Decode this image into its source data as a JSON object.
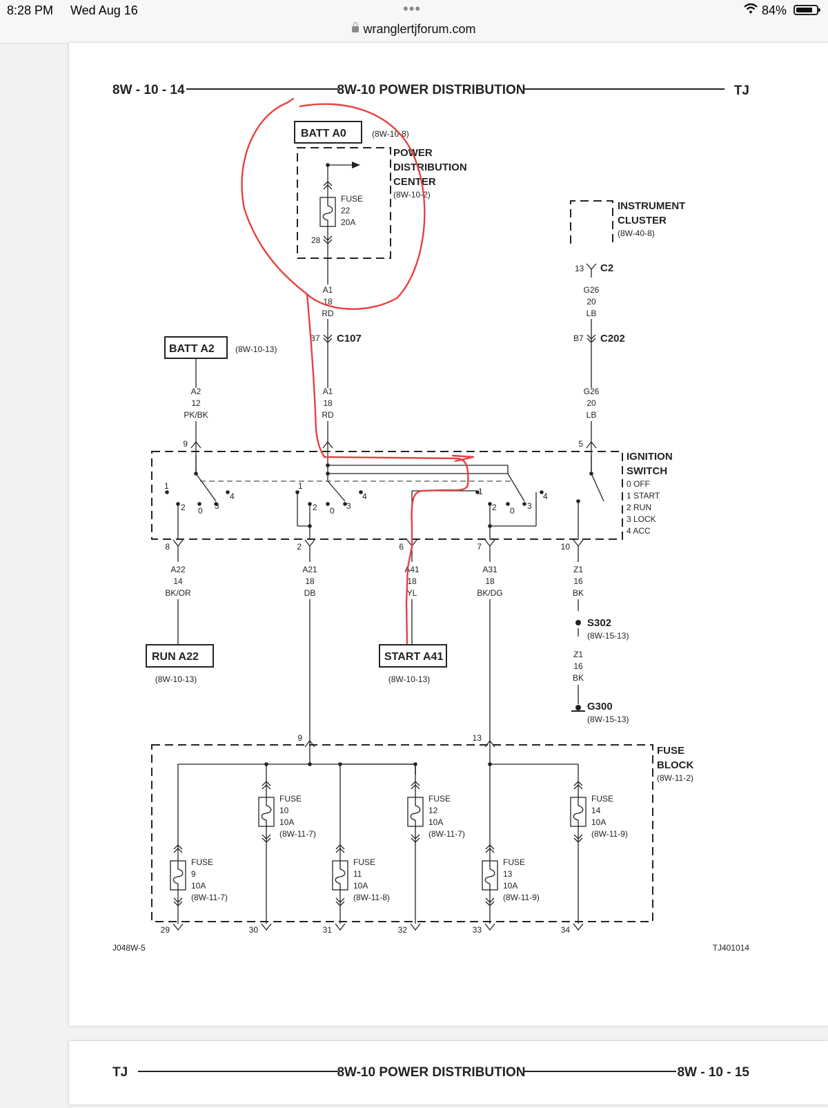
{
  "status_bar": {
    "time": "8:28 PM",
    "date": "Wed Aug 16",
    "dots": "•••",
    "url": "wranglertjforum.com",
    "battery": "84%",
    "battery_level": 0.84
  },
  "page1": {
    "header_left": "8W - 10 - 14",
    "header_title": "8W-10 POWER DISTRIBUTION",
    "header_right": "TJ",
    "footer_left": "J048W-5",
    "footer_right": "TJ401014",
    "batt_a0": {
      "label": "BATT A0",
      "ref": "(8W-10-8)"
    },
    "pdc": {
      "l1": "POWER",
      "l2": "DISTRIBUTION",
      "l3": "CENTER",
      "ref": "(8W-10-2)",
      "fuse_l1": "FUSE",
      "fuse_l2": "22",
      "fuse_l3": "20A",
      "pin": "28"
    },
    "wire_a1_top": {
      "l1": "A1",
      "l2": "18",
      "l3": "RD"
    },
    "c107": {
      "pin": "B7",
      "name": "C107"
    },
    "wire_a1_bottom": {
      "l1": "A1",
      "l2": "18",
      "l3": "RD"
    },
    "batt_a2": {
      "label": "BATT A2",
      "ref": "(8W-10-13)"
    },
    "wire_a2": {
      "l1": "A2",
      "l2": "12",
      "l3": "PK/BK"
    },
    "instrument_cluster": {
      "l1": "INSTRUMENT",
      "l2": "CLUSTER",
      "ref": "(8W-40-8)",
      "pin": "13",
      "conn": "C2"
    },
    "wire_g26_top": {
      "l1": "G26",
      "l2": "20",
      "l3": "LB"
    },
    "c202": {
      "pin": "B7",
      "name": "C202"
    },
    "wire_g26_bottom": {
      "l1": "G26",
      "l2": "20",
      "l3": "LB"
    },
    "ignition_switch": {
      "l1": "IGNITION",
      "l2": "SWITCH",
      "pos": [
        "0 OFF",
        "1 START",
        "2 RUN",
        "3 LOCK",
        "4 ACC"
      ],
      "pin_in_left": "9",
      "pin_in_right": "5",
      "pins_out": [
        "8",
        "2",
        "6",
        "7",
        "10"
      ],
      "contacts": [
        "1",
        "2",
        "0",
        "3",
        "4"
      ]
    },
    "wire_a22": {
      "l1": "A22",
      "l2": "14",
      "l3": "BK/OR"
    },
    "wire_a21": {
      "l1": "A21",
      "l2": "18",
      "l3": "DB"
    },
    "wire_a41": {
      "l1": "A41",
      "l2": "18",
      "l3": "YL"
    },
    "wire_a31": {
      "l1": "A31",
      "l2": "18",
      "l3": "BK/DG"
    },
    "wire_z1_top": {
      "l1": "Z1",
      "l2": "16",
      "l3": "BK"
    },
    "s302": {
      "name": "S302",
      "ref": "(8W-15-13)"
    },
    "wire_z1_bottom": {
      "l1": "Z1",
      "l2": "16",
      "l3": "BK"
    },
    "g300": {
      "name": "G300",
      "ref": "(8W-15-13)"
    },
    "run_a22": {
      "label": "RUN A22",
      "ref": "(8W-10-13)"
    },
    "start_a41": {
      "label": "START A41",
      "ref": "(8W-10-13)"
    },
    "fuse_block": {
      "l1": "FUSE",
      "l2": "BLOCK",
      "ref": "(8W-11-2)",
      "pin_in_a": "9",
      "pin_in_b": "13"
    },
    "fuses": [
      {
        "l1": "FUSE",
        "l2": "9",
        "l3": "10A",
        "ref": "(8W-11-7)",
        "pin": "29"
      },
      {
        "l1": "FUSE",
        "l2": "10",
        "l3": "10A",
        "ref": "(8W-11-7)",
        "pin": "30"
      },
      {
        "l1": "FUSE",
        "l2": "11",
        "l3": "10A",
        "ref": "(8W-11-8)",
        "pin": "31"
      },
      {
        "l1": "FUSE",
        "l2": "12",
        "l3": "10A",
        "ref": "(8W-11-7)",
        "pin": "32"
      },
      {
        "l1": "FUSE",
        "l2": "13",
        "l3": "10A",
        "ref": "(8W-11-9)",
        "pin": "33"
      },
      {
        "l1": "FUSE",
        "l2": "14",
        "l3": "10A",
        "ref": "(8W-11-9)",
        "pin": "34"
      }
    ],
    "annotation_color": "#e8403f"
  },
  "page2": {
    "header_left": "TJ",
    "header_title": "8W-10 POWER DISTRIBUTION",
    "header_right": "8W - 10 - 15"
  }
}
